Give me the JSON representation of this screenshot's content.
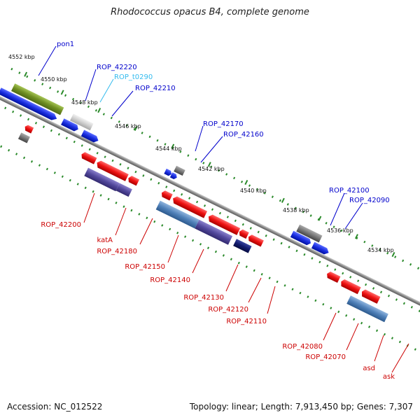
{
  "title": "Rhodococcus opacus B4, complete genome",
  "footer": {
    "accession": "Accession: NC_012522",
    "summary": "Topology: linear; Length: 7,913,450 bp; Genes: 7,307"
  },
  "colors": {
    "label_top": "#0000cc",
    "label_rna": "#33bbee",
    "label_bottom": "#cc0000",
    "tick": "#2a8a2a",
    "axis": "#888888"
  },
  "ticks": [
    "4552 kbp",
    "4550 kbp",
    "4548 kbp",
    "4546 kbp",
    "4544 kbp",
    "4542 kbp",
    "4540 kbp",
    "4538 kbp",
    "4536 kbp",
    "4534 kbp"
  ],
  "top_labels": [
    {
      "text": "pon1",
      "color": "blue"
    },
    {
      "text": "ROP_42220",
      "color": "blue"
    },
    {
      "text": "ROP_t0290",
      "color": "cyan"
    },
    {
      "text": "ROP_42210",
      "color": "blue"
    },
    {
      "text": "ROP_42170",
      "color": "blue"
    },
    {
      "text": "ROP_42160",
      "color": "blue"
    },
    {
      "text": "ROP_42100",
      "color": "blue"
    },
    {
      "text": "ROP_42090",
      "color": "blue"
    }
  ],
  "bottom_labels": [
    "ROP_42200",
    "katA",
    "ROP_42180",
    "ROP_42150",
    "ROP_42140",
    "ROP_42130",
    "ROP_42120",
    "ROP_42110",
    "ROP_42080",
    "ROP_42070",
    "asd",
    "ask"
  ]
}
